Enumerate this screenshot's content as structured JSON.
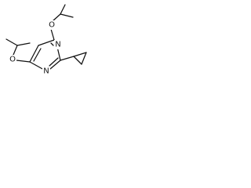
{
  "molecule": {
    "atom_labels": {
      "oxygen_top": "O",
      "oxygen_left": "O",
      "nitrogen_right": "N",
      "nitrogen_bottom": "N"
    },
    "bond_color": "#111111",
    "background_color": "#ffffff"
  }
}
